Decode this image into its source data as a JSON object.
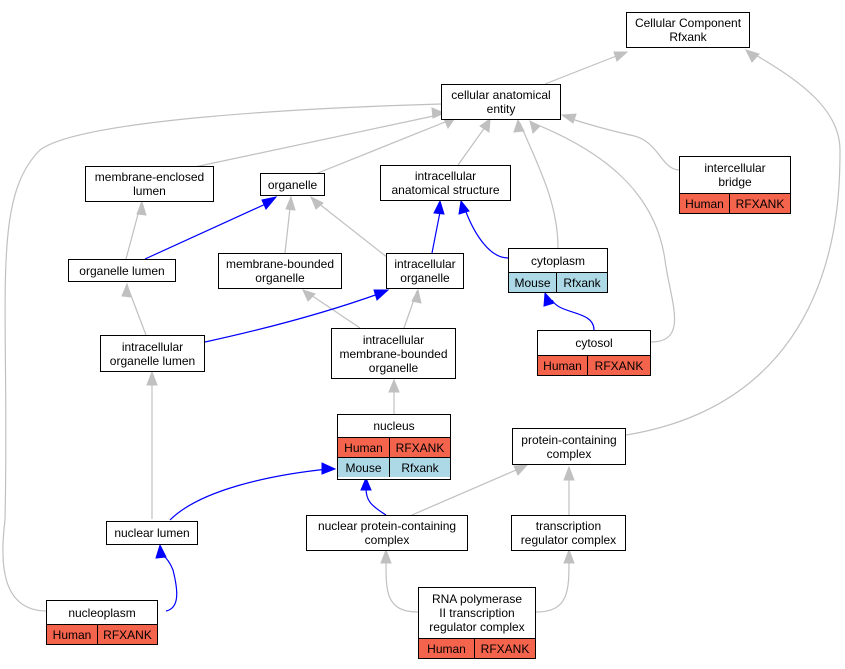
{
  "colors": {
    "human": "#f4644d",
    "mouse": "#add8e6",
    "edge_gray": "#c0c0c0",
    "edge_blue": "#0000ff"
  },
  "nodes": {
    "cellular_component": {
      "label": "Cellular Component\nRfxank"
    },
    "cellular_anatomical_entity": {
      "label": "cellular anatomical\nentity"
    },
    "membrane_enclosed_lumen": {
      "label": "membrane-enclosed\nlumen"
    },
    "organelle": {
      "label": "organelle"
    },
    "intracellular_anatomical_structure": {
      "label": "intracellular\nanatomical structure"
    },
    "intercellular_bridge": {
      "label": "intercellular\nbridge",
      "rows": [
        {
          "species": "Human",
          "gene": "RFXANK"
        }
      ]
    },
    "organelle_lumen": {
      "label": "organelle lumen"
    },
    "membrane_bounded_organelle": {
      "label": "membrane-bounded\norganelle"
    },
    "intracellular_organelle": {
      "label": "intracellular\norganelle"
    },
    "cytoplasm": {
      "label": "cytoplasm",
      "rows": [
        {
          "species": "Mouse",
          "gene": "Rfxank"
        }
      ]
    },
    "intracellular_organelle_lumen": {
      "label": "intracellular\norganelle lumen"
    },
    "intracellular_membrane_bounded_organelle": {
      "label": "intracellular\nmembrane-bounded\norganelle"
    },
    "cytosol": {
      "label": "cytosol",
      "rows": [
        {
          "species": "Human",
          "gene": "RFXANK"
        }
      ]
    },
    "nucleus": {
      "label": "nucleus",
      "rows": [
        {
          "species": "Human",
          "gene": "RFXANK"
        },
        {
          "species": "Mouse",
          "gene": "Rfxank"
        }
      ]
    },
    "protein_containing_complex": {
      "label": "protein-containing\ncomplex"
    },
    "nuclear_lumen": {
      "label": "nuclear lumen"
    },
    "nuclear_protein_containing_complex": {
      "label": "nuclear protein-containing\ncomplex"
    },
    "transcription_regulator_complex": {
      "label": "transcription\nregulator complex"
    },
    "nucleoplasm": {
      "label": "nucleoplasm",
      "rows": [
        {
          "species": "Human",
          "gene": "RFXANK"
        }
      ]
    },
    "rna_pol_ii_complex": {
      "label": "RNA polymerase\nII transcription\nregulator complex",
      "rows": [
        {
          "species": "Human",
          "gene": "RFXANK"
        }
      ]
    }
  }
}
